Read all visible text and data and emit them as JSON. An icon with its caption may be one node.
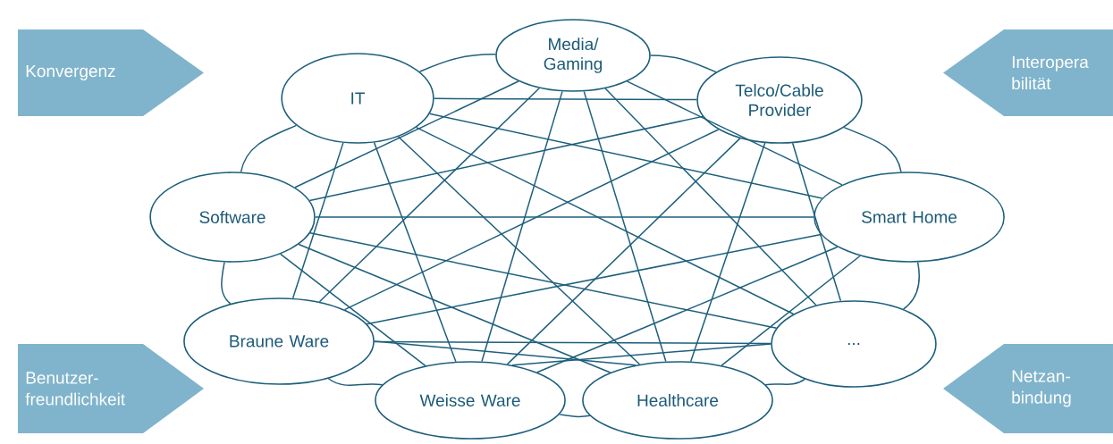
{
  "diagram": {
    "nodes": [
      {
        "text": [
          "Konvergenz"
        ]
      },
      {
        "text": [
          "Interopera bilität"
        ]
      },
      {
        "text": [
          "Media/ Gaming"
        ]
      },
      {
        "text": [
          "IT"
        ]
      },
      {
        "text": [
          "Telco/Cable Provider"
        ]
      },
      {
        "text": [
          "Software"
        ]
      },
      {
        "text": [
          "Smart Home"
        ]
      },
      {
        "text": [
          "Braune Ware"
        ]
      },
      {
        "text": [
          "..."
        ]
      },
      {
        "text": [
          "Weisse Ware"
        ]
      },
      {
        "text": [
          "Healthcare"
        ]
      },
      {
        "text": [
          "Benutzer- freundlichkeit"
        ]
      },
      {
        "text": [
          "Netzan- bindung"
        ]
      }
    ],
    "edges": [
      {
        "from": 2,
        "to": 3,
        "arrow": "none"
      },
      {
        "from": 2,
        "to": 4,
        "arrow": "none"
      },
      {
        "from": 2,
        "to": 5,
        "arrow": "none"
      },
      {
        "from": 2,
        "to": 6,
        "arrow": "none"
      },
      {
        "from": 2,
        "to": 7,
        "arrow": "none"
      },
      {
        "from": 2,
        "to": 8,
        "arrow": "none"
      },
      {
        "from": 2,
        "to": 9,
        "arrow": "none"
      },
      {
        "from": 2,
        "to": 10,
        "arrow": "none"
      },
      {
        "from": 3,
        "to": 4,
        "arrow": "none"
      },
      {
        "from": 3,
        "to": 5,
        "arrow": "none"
      },
      {
        "from": 3,
        "to": 6,
        "arrow": "none"
      },
      {
        "from": 3,
        "to": 7,
        "arrow": "none"
      },
      {
        "from": 3,
        "to": 8,
        "arrow": "none"
      },
      {
        "from": 3,
        "to": 9,
        "arrow": "none"
      },
      {
        "from": 3,
        "to": 10,
        "arrow": "none"
      },
      {
        "from": 4,
        "to": 5,
        "arrow": "none"
      },
      {
        "from": 4,
        "to": 6,
        "arrow": "none"
      },
      {
        "from": 4,
        "to": 7,
        "arrow": "none"
      },
      {
        "from": 4,
        "to": 8,
        "arrow": "none"
      },
      {
        "from": 4,
        "to": 9,
        "arrow": "none"
      },
      {
        "from": 4,
        "to": 10,
        "arrow": "none"
      },
      {
        "from": 5,
        "to": 6,
        "arrow": "none"
      },
      {
        "from": 5,
        "to": 7,
        "arrow": "none"
      },
      {
        "from": 5,
        "to": 8,
        "arrow": "none"
      },
      {
        "from": 5,
        "to": 9,
        "arrow": "none"
      },
      {
        "from": 5,
        "to": 10,
        "arrow": "none"
      },
      {
        "from": 6,
        "to": 7,
        "arrow": "none"
      },
      {
        "from": 6,
        "to": 8,
        "arrow": "none"
      },
      {
        "from": 6,
        "to": 9,
        "arrow": "none"
      },
      {
        "from": 6,
        "to": 10,
        "arrow": "none"
      },
      {
        "from": 7,
        "to": 8,
        "arrow": "none"
      },
      {
        "from": 7,
        "to": 9,
        "arrow": "none"
      },
      {
        "from": 7,
        "to": 10,
        "arrow": "none"
      },
      {
        "from": 8,
        "to": 9,
        "arrow": "none"
      },
      {
        "from": 8,
        "to": 10,
        "arrow": "none"
      },
      {
        "from": 9,
        "to": 10,
        "arrow": "none"
      }
    ]
  }
}
